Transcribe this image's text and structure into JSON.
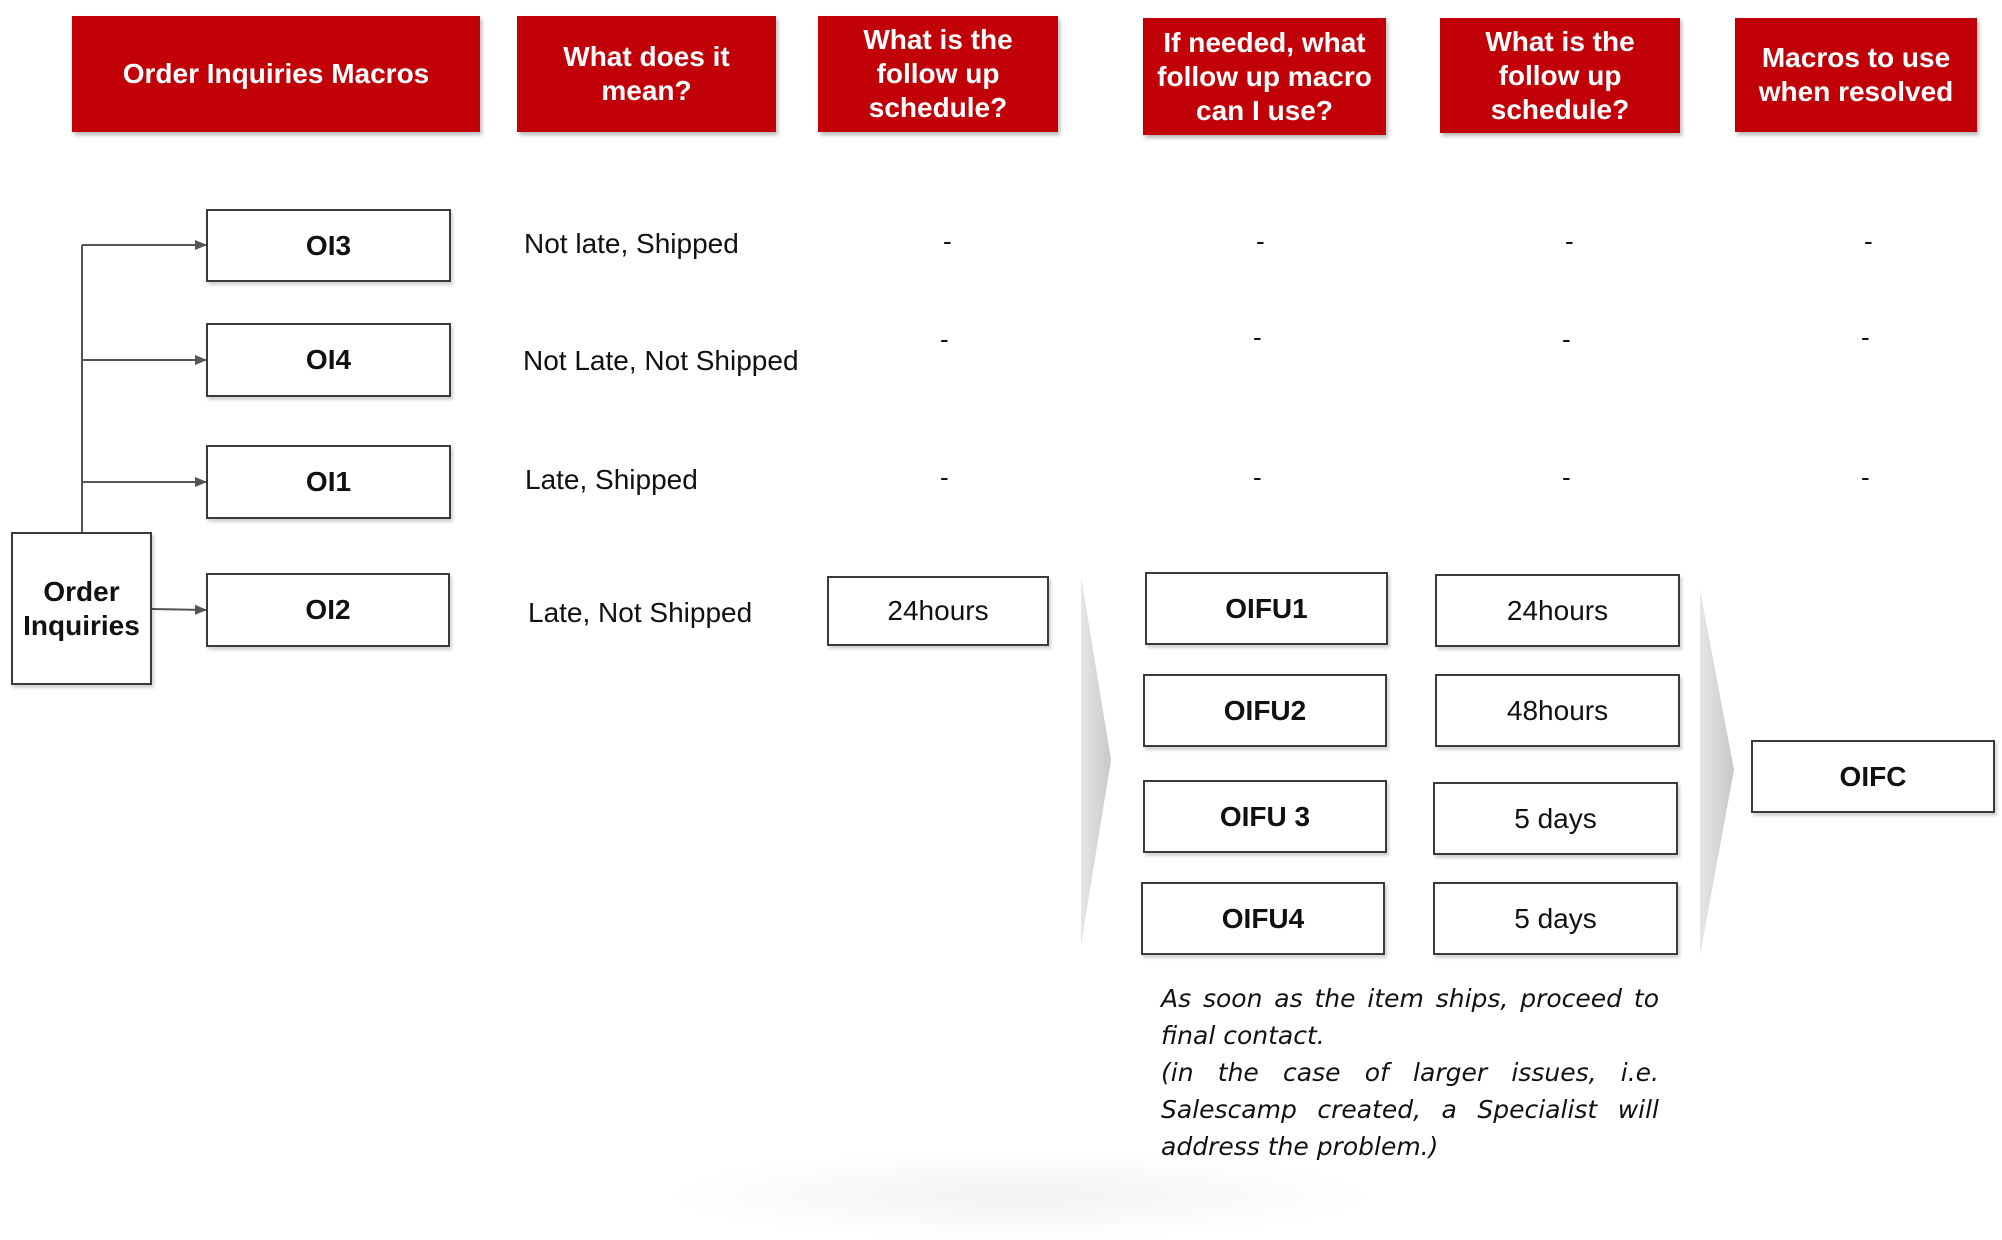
{
  "headers": [
    "Order Inquiries Macros",
    "What does it mean?",
    "What is the follow up schedule?",
    "If needed, what follow up macro can I use?",
    "What is the follow up schedule?",
    "Macros to use when resolved"
  ],
  "source": "Order Inquiries",
  "rows": [
    {
      "macro": "OI3",
      "meaning": "Not late, Shipped",
      "schedule": "-",
      "followup": "-",
      "followup_schedule": "-",
      "resolved": "-"
    },
    {
      "macro": "OI4",
      "meaning": "Not Late, Not Shipped",
      "schedule": "-",
      "followup": "-",
      "followup_schedule": "-",
      "resolved": "-"
    },
    {
      "macro": "OI1",
      "meaning": "Late, Shipped",
      "schedule": "-",
      "followup": "-",
      "followup_schedule": "-",
      "resolved": "-"
    },
    {
      "macro": "OI2",
      "meaning": "Late, Not Shipped",
      "schedule": "24hours"
    }
  ],
  "followups": [
    {
      "macro": "OIFU1",
      "schedule": "24hours"
    },
    {
      "macro": "OIFU2",
      "schedule": "48hours"
    },
    {
      "macro": "OIFU 3",
      "schedule": "5 days"
    },
    {
      "macro": "OIFU4",
      "schedule": "5 days"
    }
  ],
  "resolved_macro": "OIFC",
  "note": "As soon as the item ships, proceed to final contact.\n(in the case of larger issues, i.e. Salescamp created, a Specialist will address the problem.)",
  "colors": {
    "header_bg": "#c10007",
    "header_text": "#ffffff",
    "connector": "#555555",
    "chevron": "#d9d9d9"
  }
}
